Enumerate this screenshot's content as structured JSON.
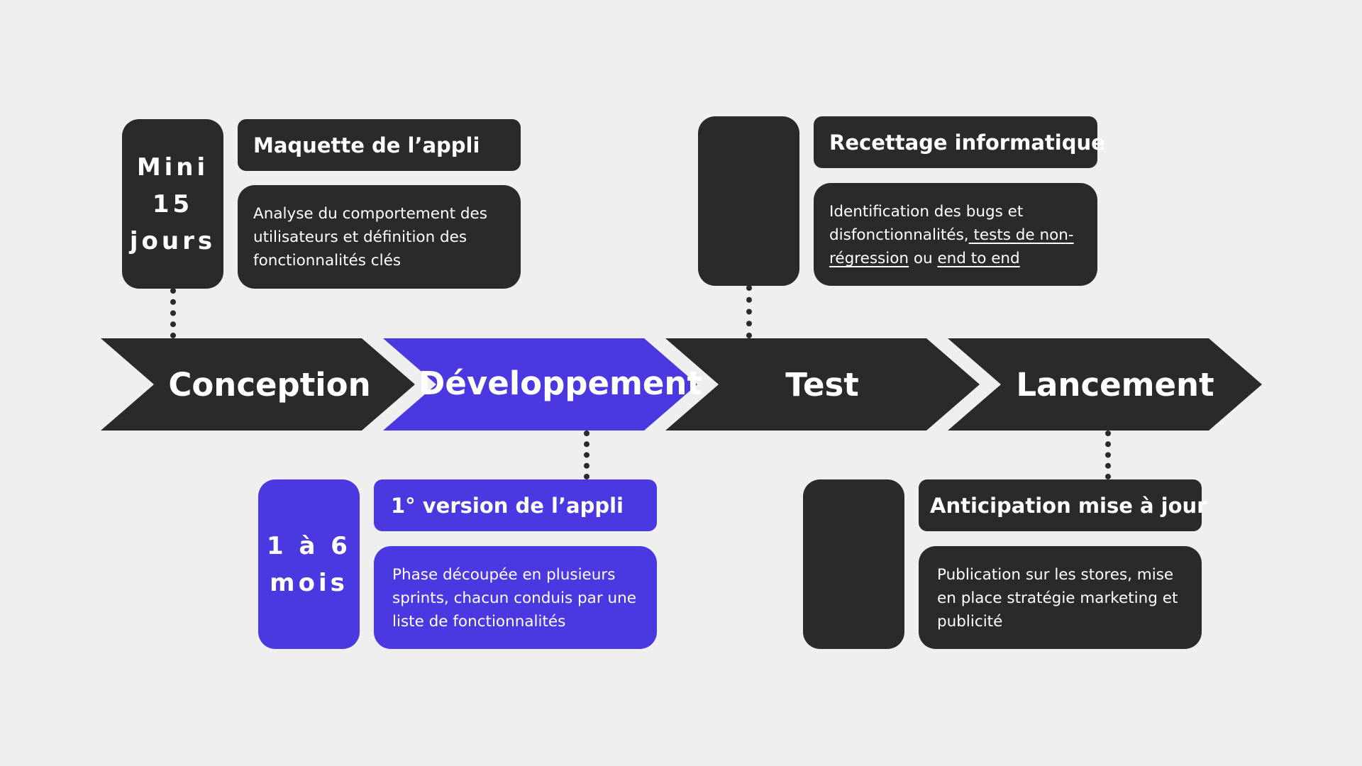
{
  "phases": [
    {
      "label": "Conception",
      "color": "#2b2a2a"
    },
    {
      "label": "Développement",
      "color": "#4a38e1"
    },
    {
      "label": "Test",
      "color": "#2b2a2a"
    },
    {
      "label": "Lancement",
      "color": "#2b2a2a"
    }
  ],
  "cards": {
    "conception": {
      "duration": [
        "Mini",
        "15",
        "jours"
      ],
      "title": "Maquette de l’appli",
      "description": "Analyse du comportement des utilisateurs et définition des fonctionnalités clés"
    },
    "developpement": {
      "duration": [
        "1 à 6",
        "mois"
      ],
      "title": "1° version de l’appli",
      "description": "Phase découpée en plusieurs sprints, chacun conduis par une liste de fonctionnalités"
    },
    "test": {
      "title": "Recettage informatique",
      "description_prefix": "Identification des bugs et disfonctionnalités,",
      "description_link1": " tests de non-régression",
      "description_middle": " ou ",
      "description_link2": "end to end"
    },
    "lancement": {
      "title": "Anticipation mise à jour",
      "description": "Publication sur les stores, mise en place stratégie marketing et publicité"
    }
  },
  "colors": {
    "background": "#efefef",
    "dark": "#2b2a2a",
    "accent": "#4a38e1",
    "text": "#ffffff"
  }
}
